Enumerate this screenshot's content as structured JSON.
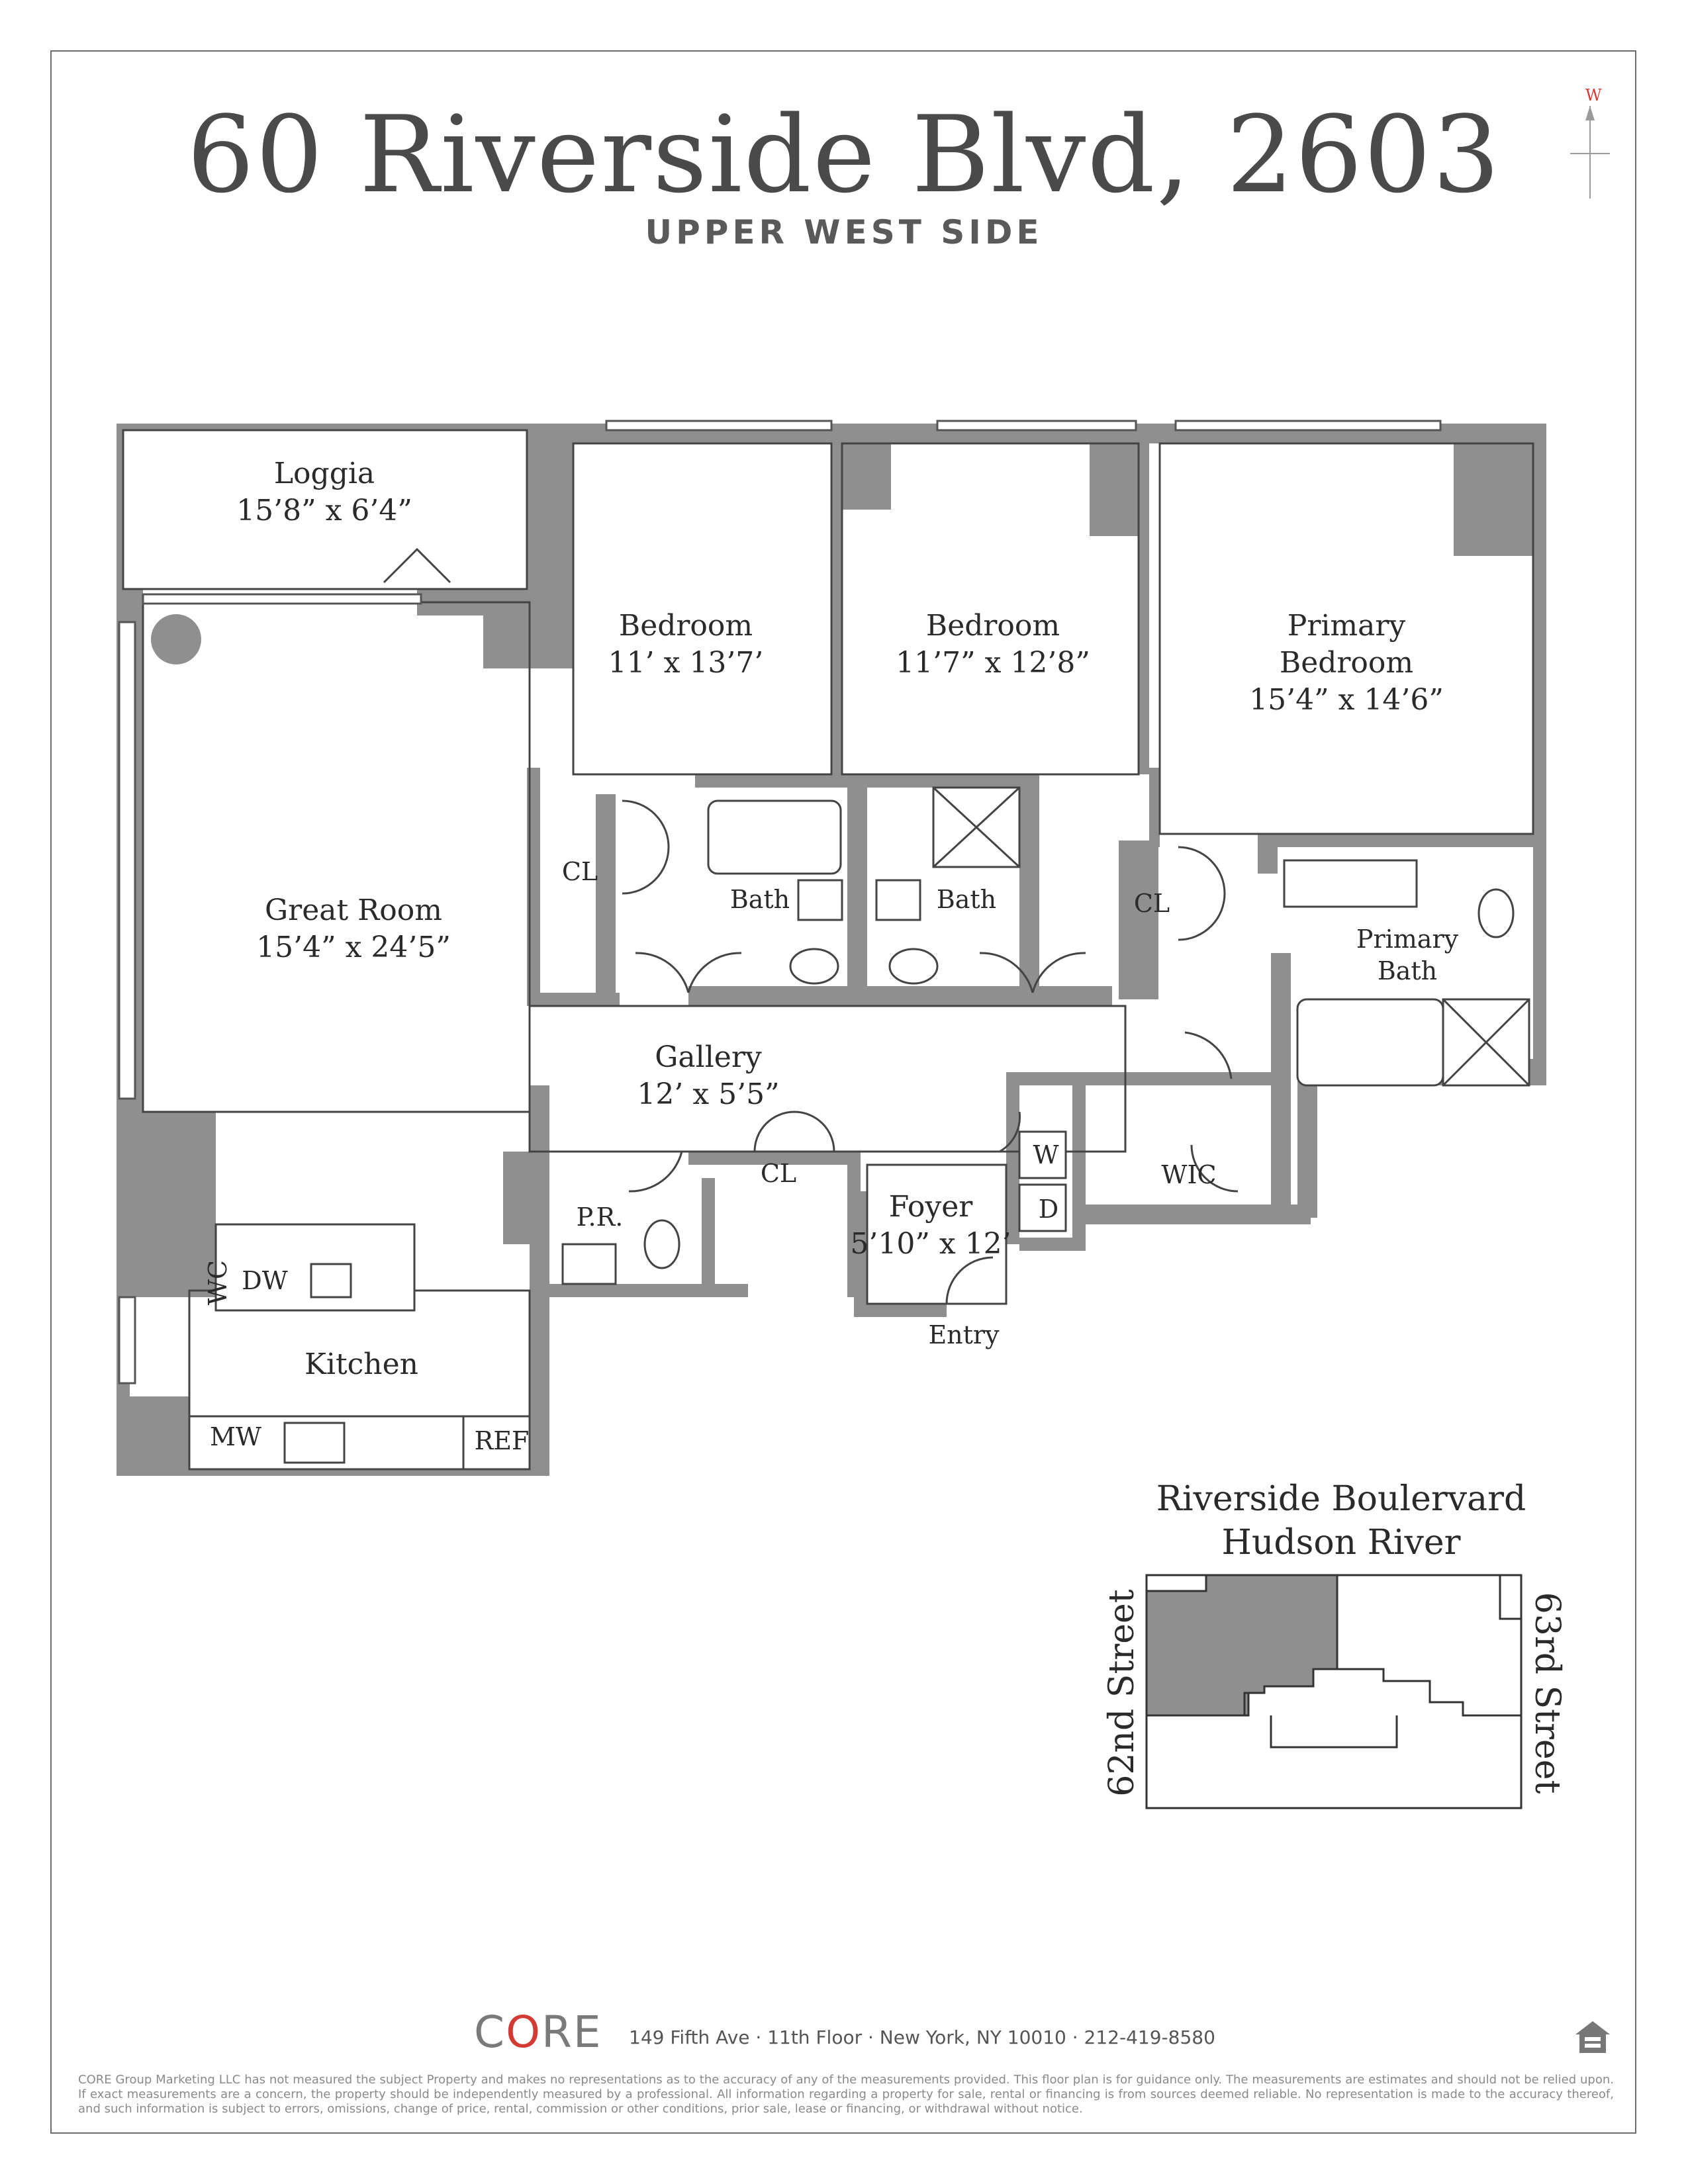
{
  "header": {
    "title": "60 Riverside Blvd, 2603",
    "subtitle": "UPPER WEST SIDE",
    "compass_letter": "W"
  },
  "rooms": {
    "loggia": {
      "name": "Loggia",
      "dims": "15’8” x 6’4”"
    },
    "bedroom1": {
      "name": "Bedroom",
      "dims": "11’ x 13’7’"
    },
    "bedroom2": {
      "name": "Bedroom",
      "dims": "11’7” x 12’8”"
    },
    "primary_bedroom": {
      "name_line1": "Primary",
      "name_line2": "Bedroom",
      "dims": "15’4” x 14’6”"
    },
    "great_room": {
      "name": "Great Room",
      "dims": "15’4” x 24’5”"
    },
    "gallery": {
      "name": "Gallery",
      "dims": "12’ x 5’5”"
    },
    "foyer": {
      "name": "Foyer",
      "dims": "5’10” x 12’"
    },
    "kitchen": {
      "name": "Kitchen"
    },
    "primary_bath": {
      "line1": "Primary",
      "line2": "Bath"
    },
    "labels": {
      "cl": "CL",
      "bath": "Bath",
      "pr": "P.R.",
      "wic": "WIC",
      "w": "W",
      "d": "D",
      "wc": "WC",
      "dw": "DW",
      "mw": "MW",
      "ref": "REF",
      "entry": "Entry"
    }
  },
  "keyplan": {
    "top_line1": "Riverside Boulervard",
    "top_line2": "Hudson River",
    "left": "62nd Street",
    "right": "63rd Street"
  },
  "footer": {
    "logo_c": "C",
    "logo_o": "O",
    "logo_re": "RE",
    "address": "149 Fifth Ave · 11th Floor · New York, NY 10010 · 212-419-8580",
    "disclaimer": "CORE Group Marketing LLC has not measured the subject Property and makes no representations as to the accuracy of any of the measurements provided. This floor plan is for guidance only. The measurements are estimates and should not be relied upon. If exact measurements are a concern, the property should be independently measured by a professional. All information regarding a property for sale, rental or financing is from sources deemed reliable. No representation is made to the accuracy thereof, and such information is subject to errors, omissions, change of price, rental, commission or other conditions, prior sale, lease or financing, or withdrawal without notice."
  },
  "colors": {
    "wall": "#8f8f8f",
    "accent": "#d23a34",
    "text": "#4a4a4a"
  }
}
